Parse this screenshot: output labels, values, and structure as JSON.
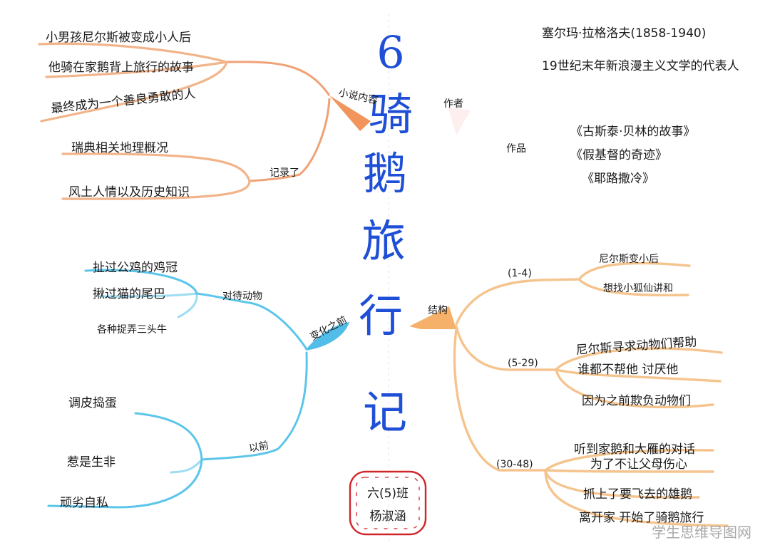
{
  "title": {
    "number": "6",
    "chars": [
      "骑",
      "鹅",
      "旅",
      "行",
      "记"
    ]
  },
  "signature": {
    "class_label": "六(5)班",
    "name": "杨淑涵"
  },
  "branches": {
    "plot": {
      "label": "小说内容",
      "color": "#ef8a4a",
      "items": [
        "小男孩尼尔斯被变成小人后",
        "他骑在家鹅背上旅行的故事",
        "最终成为一个善良勇敢的人"
      ]
    },
    "record": {
      "label": "记录了",
      "items": [
        "瑞典相关地理概况",
        "风土人情以及历史知识"
      ]
    },
    "author": {
      "label": "作者",
      "name_line": "塞尔玛·拉格洛夫(1858-1940)",
      "desc_line": "19世纪末年新浪漫主义文学的代表人"
    },
    "works": {
      "label": "作品",
      "items": [
        "《古斯泰·贝林的故事》",
        "《假基督的奇迹》",
        "《耶路撒冷》"
      ]
    },
    "change": {
      "label": "变化之前",
      "color": "#3fb6e6",
      "animals": {
        "label": "对待动物",
        "items": [
          "扯过公鸡的鸡冠",
          "揪过猫的尾巴",
          "各种捉弄三头牛"
        ]
      },
      "before": {
        "label": "以前",
        "items": [
          "调皮捣蛋",
          "惹是生非",
          "顽劣自私"
        ]
      }
    },
    "structure": {
      "label": "结构",
      "color": "#f4a95a",
      "sections": [
        {
          "label": "(1-4)",
          "items": [
            "尼尔斯变小后",
            "想找小狐仙讲和"
          ]
        },
        {
          "label": "(5-29)",
          "items": [
            "尼尔斯寻求动物们帮助",
            "谁都不帮他 讨厌他",
            "因为之前欺负动物们"
          ]
        },
        {
          "label": "(30-48)",
          "items": [
            "听到家鹅和大雁的对话",
            "为了不让父母伤心",
            "抓上了要飞去的雄鹅",
            "离开家 开始了骑鹅旅行"
          ]
        }
      ]
    }
  },
  "watermark": "学生思维导图网"
}
